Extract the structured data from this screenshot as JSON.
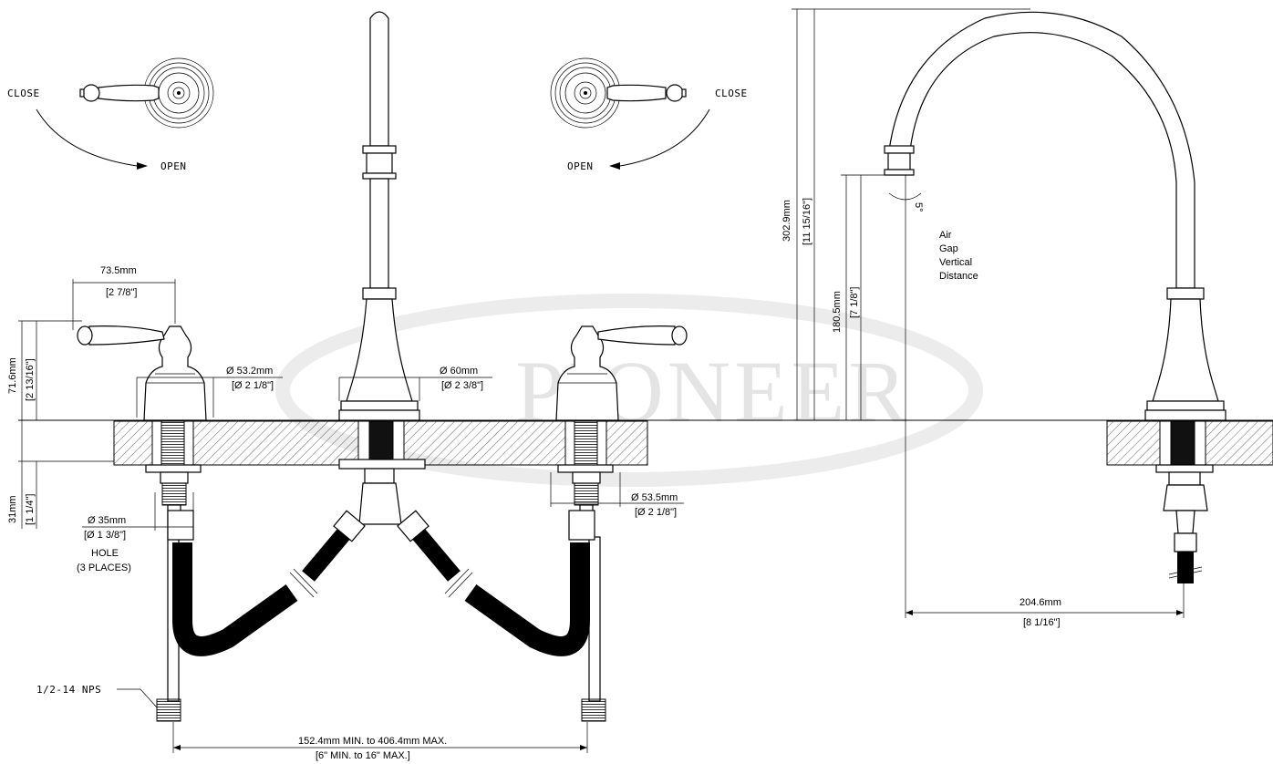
{
  "watermark": {
    "text": "PIONEER"
  },
  "handles": {
    "left": {
      "close": "CLOSE",
      "open": "OPEN"
    },
    "right": {
      "close": "CLOSE",
      "open": "OPEN"
    }
  },
  "dimensions": {
    "handle_width": {
      "mm": "73.5mm",
      "in": "[2 7/8\"]"
    },
    "handle_height": {
      "mm": "71.6mm",
      "in": "[2 13/16\"]"
    },
    "deck_thickness": {
      "mm": "31mm",
      "in": "[1 1/4\"]"
    },
    "valve_base": {
      "mm": "Ø 53.2mm",
      "in": "[Ø 2 1/8\"]"
    },
    "spout_base": {
      "mm": "Ø 60mm",
      "in": "[Ø 2 3/8\"]"
    },
    "valve_under": {
      "mm": "Ø 53.5mm",
      "in": "[Ø 2 1/8\"]"
    },
    "hole": {
      "mm": "Ø 35mm",
      "in": "[Ø 1 3/8\"]",
      "note1": "HOLE",
      "note2": "(3 PLACES)"
    },
    "connection": "1/2-14 NPS",
    "spread": {
      "mm": "152.4mm MIN. to 406.4mm MAX.",
      "in": "[6\" MIN. to 16\" MAX.]"
    },
    "total_height": {
      "mm": "302.9mm",
      "in": "[11 15/16\"]"
    },
    "outlet_height": {
      "mm": "180.5mm",
      "in": "[7 1/8\"]"
    },
    "reach": {
      "mm": "204.6mm",
      "in": "[8 1/16\"]"
    },
    "angle": "5°",
    "air_gap": [
      "Air",
      "Gap",
      "Vertical",
      "Distance"
    ]
  }
}
